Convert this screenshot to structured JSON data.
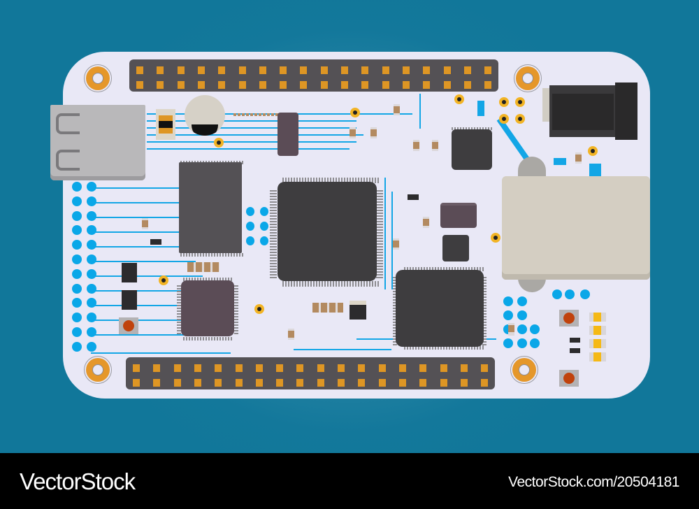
{
  "image": {
    "subject": "Electronic circuit board (PCB) vector illustration",
    "background_color": "#13789b",
    "board_color": "#e9e8f6",
    "trace_color": "#13a6e6",
    "pin_color": "#de9624",
    "header_color": "#545155",
    "chip_color": "#3e3d3f"
  },
  "watermark": {
    "brand": "VectorStock",
    "url": "VectorStock.com/20504181",
    "bar_color": "#000000",
    "text_color": "#ffffff"
  },
  "board": {
    "top_header": {
      "columns": 18,
      "rows": 2
    },
    "bottom_header": {
      "columns": 18,
      "rows": 2
    },
    "components": [
      "usb-port",
      "coin-battery",
      "dc-power-jack",
      "ethernet-port",
      "main-processor",
      "memory-chip",
      "qfp-chip",
      "leds",
      "push-buttons",
      "mounting-holes"
    ]
  }
}
